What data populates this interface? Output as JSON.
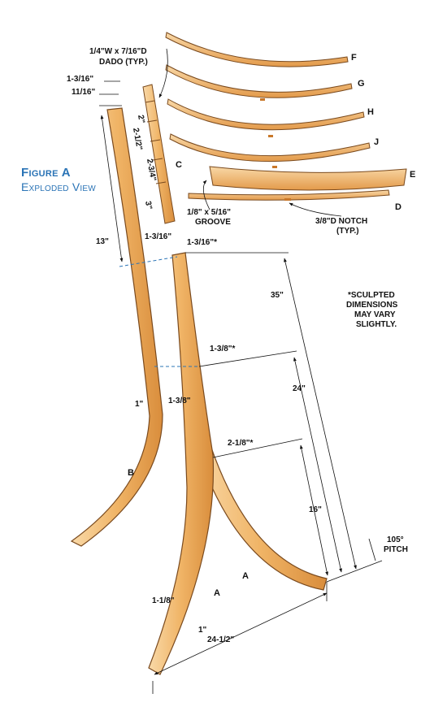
{
  "figure": {
    "title": "Figure A",
    "subtitle": "Exploded View"
  },
  "parts": {
    "a1": "A",
    "a2": "A",
    "b": "B",
    "c": "C",
    "d": "D",
    "e": "E",
    "f": "F",
    "g": "G",
    "h": "H",
    "j": "J"
  },
  "callouts": {
    "dado_line1": "1/4\"W x 7/16\"D",
    "dado_line2": "DADO (TYP.)",
    "groove_line1": "1/8\" x 5/16\"",
    "groove_line2": "GROOVE",
    "notch_line1": "3/8\"D NOTCH",
    "notch_line2": "(TYP.)",
    "note_line1": "*SCULPTED",
    "note_line2": "DIMENSIONS",
    "note_line3": "MAY VARY",
    "note_line4": "SLIGHTLY.",
    "pitch_value": "105°",
    "pitch_label": "PITCH"
  },
  "dimensions": {
    "b_top_width": "1-3/16\"",
    "b_top_thick": "11/16\"",
    "b_length": "13\"",
    "b_mid_width": "1-3/16\"",
    "b_low_thick": "1\"",
    "b_low_width": "1-3/8\"",
    "c_seg1": "2\"",
    "c_seg2": "2-1/2\"",
    "c_seg3": "2-3/4\"",
    "c_seg4": "3\"",
    "a_top_width": "1-3/16\"*",
    "a_upper_width": "1-3/8\"*",
    "a_mid_width": "2-1/8\"*",
    "a_bottom_width": "1-1/8\"",
    "a_bottom_thick": "1\"",
    "height_35": "35\"",
    "height_24": "24\"",
    "height_16": "16\"",
    "base_span": "24-1/2\""
  },
  "colors": {
    "wood_light": "#f5c98e",
    "wood_mid": "#eeaa57",
    "wood_dark": "#c9782a",
    "outline": "#7a4a1e",
    "title_blue": "#2b74b6",
    "dash_blue": "#2b74b6"
  }
}
